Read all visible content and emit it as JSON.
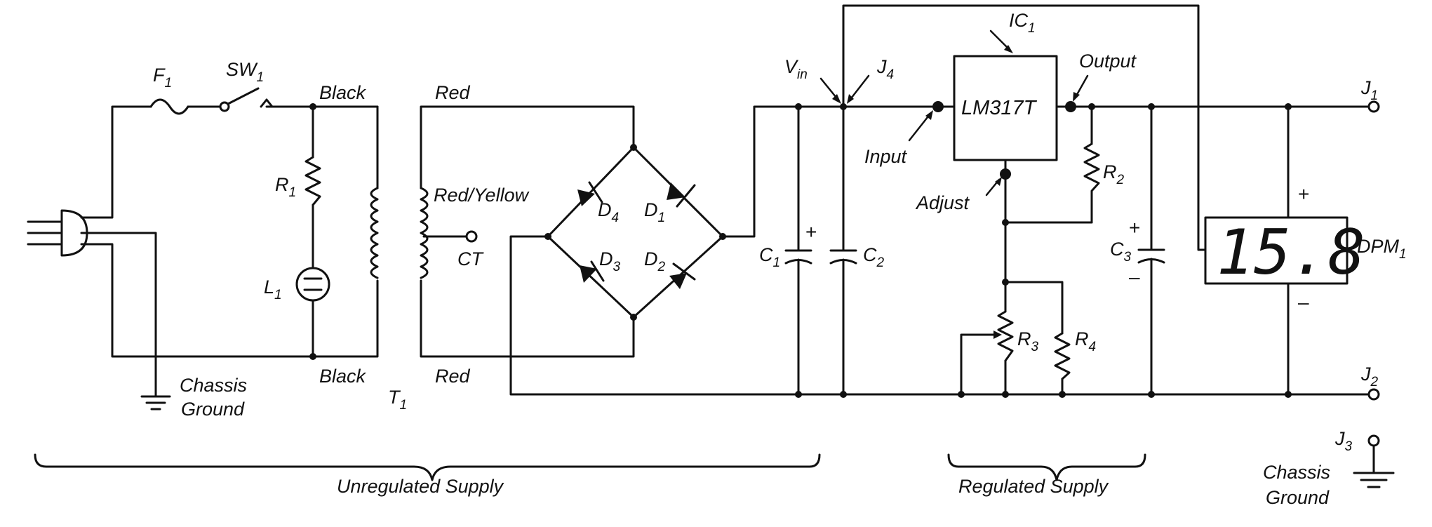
{
  "labels": {
    "fuse": "F",
    "fuse_sub": "1",
    "switch": "SW",
    "switch_sub": "1",
    "black_top": "Black",
    "black_bottom": "Black",
    "red_top": "Red",
    "red_bottom": "Red",
    "red_yellow": "Red/Yellow",
    "ct": "CT",
    "r1": "R",
    "r1_sub": "1",
    "l1": "L",
    "l1_sub": "1",
    "t1": "T",
    "t1_sub": "1",
    "chassis_ground_1": "Chassis",
    "chassis_ground_2": "Ground",
    "d1": "D",
    "d1_sub": "1",
    "d2": "D",
    "d2_sub": "2",
    "d3": "D",
    "d3_sub": "3",
    "d4": "D",
    "d4_sub": "4",
    "c1": "C",
    "c1_sub": "1",
    "c1_plus": "+",
    "c2": "C",
    "c2_sub": "2",
    "vin": "V",
    "vin_sub": "in",
    "j4": "J",
    "j4_sub": "4",
    "input": "Input",
    "ic1": "IC",
    "ic1_sub": "1",
    "ic_part": "LM317T",
    "output": "Output",
    "adjust": "Adjust",
    "r2": "R",
    "r2_sub": "2",
    "r3": "R",
    "r3_sub": "3",
    "r4": "R",
    "r4_sub": "4",
    "c3": "C",
    "c3_sub": "3",
    "c3_plus": "+",
    "c3_minus": "–",
    "dpm_reading": "15.8",
    "dpm_plus": "+",
    "dpm_minus": "–",
    "dpm": "DPM",
    "dpm_sub": "1",
    "j1": "J",
    "j1_sub": "1",
    "j2": "J",
    "j2_sub": "2",
    "j3": "J",
    "j3_sub": "3",
    "chassis_ground_j3_1": "Chassis",
    "chassis_ground_j3_2": "Ground",
    "unregulated_supply": "Unregulated Supply",
    "regulated_supply": "Regulated Supply"
  }
}
